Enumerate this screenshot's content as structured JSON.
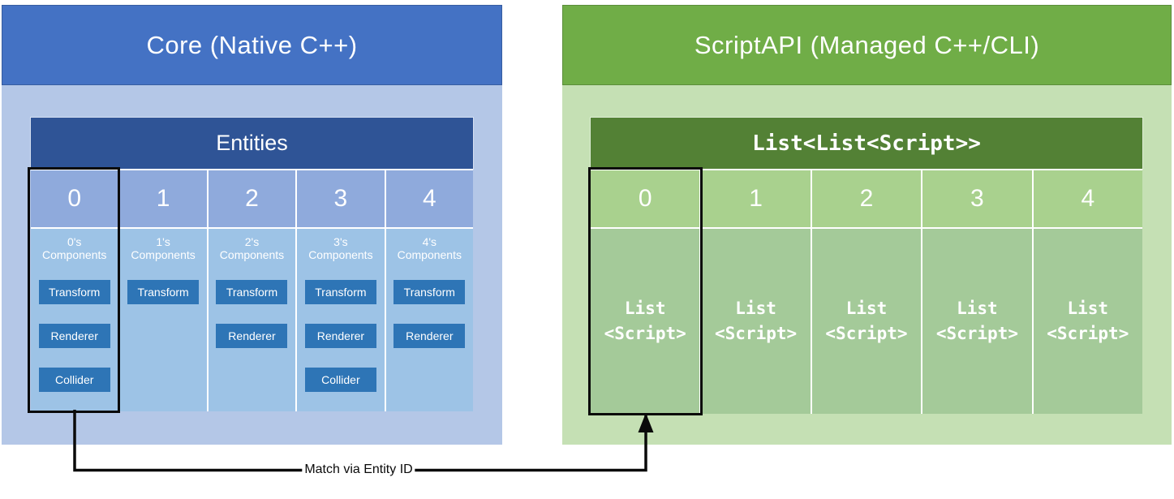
{
  "colors": {
    "core_header_bg": "#4472C4",
    "core_body_bg": "#B4C7E7",
    "entities_header_bg": "#2F5496",
    "entity_index_cell_bg": "#8FAADC",
    "entity_components_cell_bg": "#9DC3E6",
    "component_box_bg": "#2E75B6",
    "script_header_bg": "#70AD47",
    "script_body_bg": "#C5E0B4",
    "list_header_bg": "#538135",
    "script_index_cell_bg": "#A9D18E",
    "script_list_cell_bg": "#A4CA99",
    "highlight_outline": "#0A0A0A",
    "connector_color": "#0A0A0A",
    "text_on_fill": "#FFFFFF"
  },
  "core_panel": {
    "title": "Core (Native C++)",
    "table": {
      "header": "Entities",
      "columns": [
        {
          "index": "0",
          "label": "0's\nComponents",
          "components": [
            "Transform",
            "Renderer",
            "Collider"
          ],
          "highlighted": true
        },
        {
          "index": "1",
          "label": "1's\nComponents",
          "components": [
            "Transform"
          ],
          "highlighted": false
        },
        {
          "index": "2",
          "label": "2's\nComponents",
          "components": [
            "Transform",
            "Renderer"
          ],
          "highlighted": false
        },
        {
          "index": "3",
          "label": "3's\nComponents",
          "components": [
            "Transform",
            "Renderer",
            "Collider"
          ],
          "highlighted": false
        },
        {
          "index": "4",
          "label": "4's\nComponents",
          "components": [
            "Transform",
            "Renderer"
          ],
          "highlighted": false
        }
      ]
    }
  },
  "script_panel": {
    "title": "ScriptAPI (Managed C++/CLI)",
    "table": {
      "header": "List<List<Script>>",
      "columns": [
        {
          "index": "0",
          "cell": "List\n<Script>",
          "highlighted": true
        },
        {
          "index": "1",
          "cell": "List\n<Script>",
          "highlighted": false
        },
        {
          "index": "2",
          "cell": "List\n<Script>",
          "highlighted": false
        },
        {
          "index": "3",
          "cell": "List\n<Script>",
          "highlighted": false
        },
        {
          "index": "4",
          "cell": "List\n<Script>",
          "highlighted": false
        }
      ]
    }
  },
  "connector": {
    "label": "Match via Entity ID"
  }
}
